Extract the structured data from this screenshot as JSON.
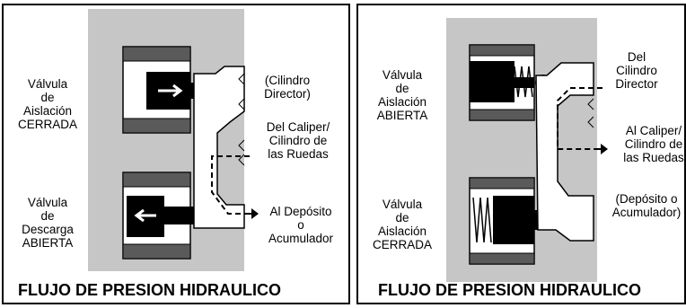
{
  "left_panel": {
    "labels": {
      "upper_valve": "Válvula\nde\nAislación\nCERRADA",
      "lower_valve": "Válvula\nde\nDescarga\nABIERTA",
      "port_top": "(Cilindro\nDirector)",
      "port_middle": "Del Caliper/\nCilindro de\nlas Ruedas",
      "port_bottom": "Al Depósito\no\nAcumulador"
    },
    "footer": "FLUJO DE PRESION HIDRAULICO"
  },
  "right_panel": {
    "labels": {
      "upper_valve": "Válvula\nde\nAislación\nABIERTA",
      "lower_valve": "Válvula\nde\nAislación\nCERRADA",
      "port_top": "Del\nCilindro\nDirector",
      "port_middle": "Al Caliper/\nCilindro de\nlas Ruedas",
      "port_bottom": "(Depósito o\nAcumulador)"
    },
    "footer": "FLUJO DE PRESION HIDRAULICO"
  },
  "colors": {
    "body_gray": "#c6c6c6",
    "dark_gray": "#5a5a5a",
    "ink": "#000000",
    "paper": "#ffffff"
  }
}
